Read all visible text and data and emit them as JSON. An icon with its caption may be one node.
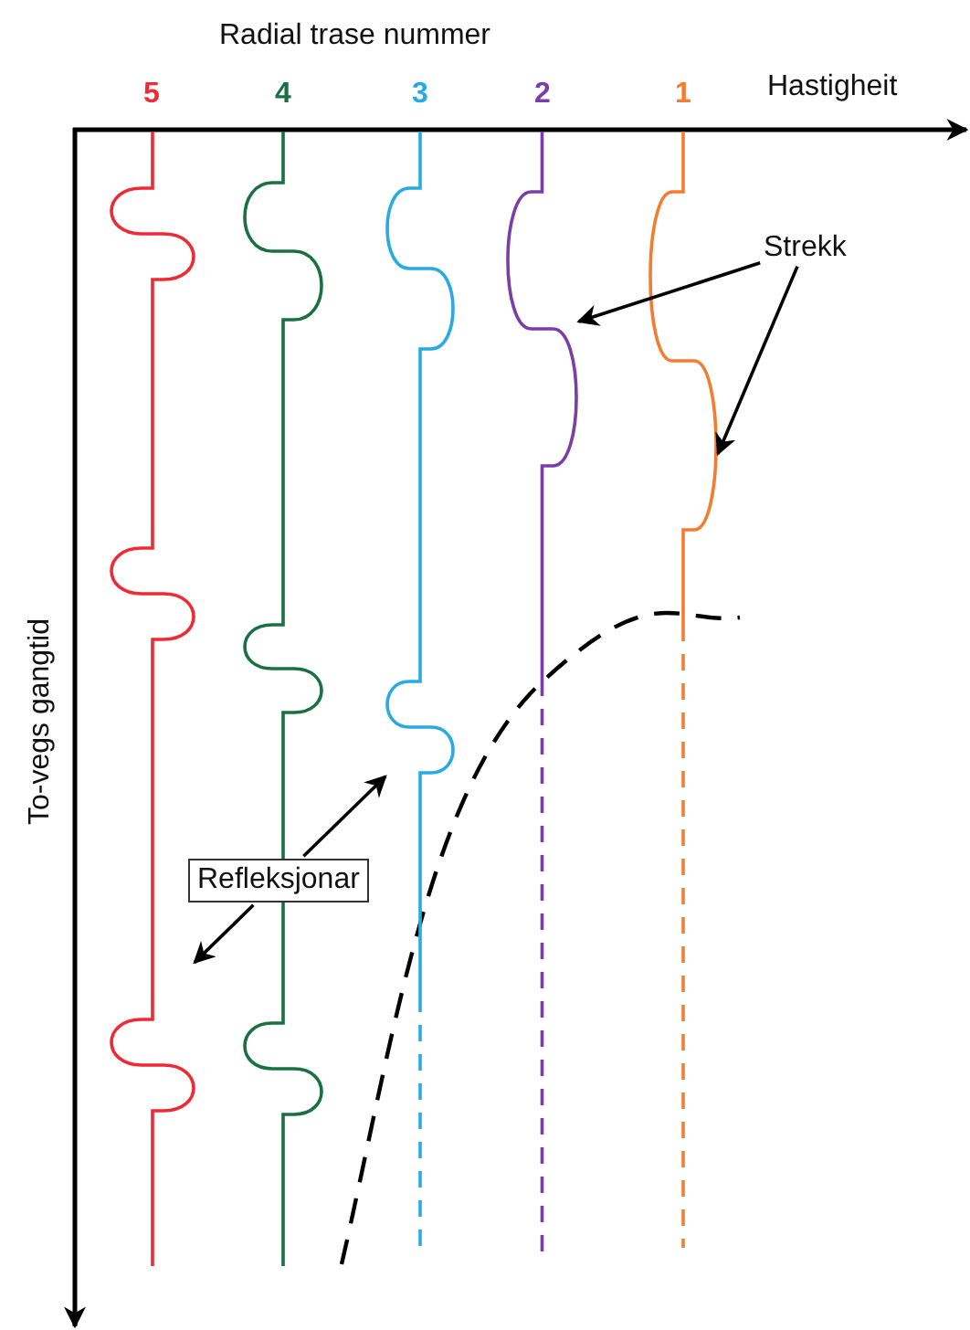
{
  "diagram": {
    "nodes": [
      {
        "text": [
          "5"
        ]
      },
      {
        "text": [
          "4"
        ]
      },
      {
        "text": [
          "3"
        ]
      },
      {
        "text": [
          "2"
        ]
      },
      {
        "text": [
          "1"
        ]
      },
      {
        "text": [
          "Strekk"
        ]
      },
      {
        "text": [
          "Refleksjonar"
        ]
      }
    ],
    "edges": [
      {
        "from": 5,
        "to": 3,
        "arrow": "to"
      },
      {
        "from": 5,
        "to": 4,
        "arrow": "to"
      },
      {
        "from": 6,
        "to": 2,
        "arrow": "to"
      },
      {
        "from": 6,
        "to": 0,
        "arrow": "to"
      }
    ],
    "labels": [
      "Radial trase nummer",
      "Hastigheit",
      "To-vegs gangtid"
    ]
  }
}
